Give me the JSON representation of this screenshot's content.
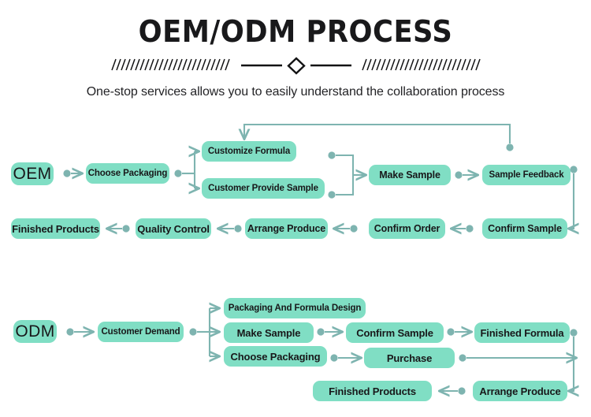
{
  "header": {
    "title": "OEM/ODM PROCESS",
    "subtitle": "One-stop services allows you to easily understand the collaboration process",
    "divider": {
      "icon": "diamond-icon",
      "hatch_left": "hatched-lines-left",
      "hatch_right": "hatched-lines-right"
    }
  },
  "theme": {
    "node_fill": "#80dec4",
    "connector": "#7eb4b0",
    "text": "#18181a",
    "title_color": "#19191b",
    "background": "#ffffff"
  },
  "oem": {
    "anchor": "OEM",
    "nodes": {
      "choose_packaging": "Choose Packaging",
      "customize_formula": "Customize Formula",
      "customer_provide_sample": "Customer Provide Sample",
      "make_sample": "Make Sample",
      "sample_feedback": "Sample Feedback",
      "confirm_sample": "Confirm Sample",
      "confirm_order": "Confirm Order",
      "arrange_produce": "Arrange Produce",
      "quality_control": "Quality Control",
      "finished_products": "Finished Products"
    }
  },
  "odm": {
    "anchor": "ODM",
    "nodes": {
      "customer_demand": "Customer Demand",
      "packaging_and_formula_design": "Packaging And Formula Design",
      "make_sample": "Make Sample",
      "choose_packaging": "Choose Packaging",
      "confirm_sample": "Confirm Sample",
      "purchase": "Purchase",
      "finished_formula": "Finished Formula",
      "arrange_produce": "Arrange Produce",
      "finished_products": "Finished Products"
    }
  },
  "chart_data": {
    "type": "diagram",
    "title": "OEM/ODM PROCESS",
    "subtitle": "One-stop services allows you to easily understand the collaboration process",
    "flows": [
      {
        "name": "OEM",
        "steps": [
          "OEM",
          "Choose Packaging",
          "Customize Formula",
          "Customer Provide Sample",
          "Make Sample",
          "Sample Feedback",
          "Confirm Sample",
          "Confirm Order",
          "Arrange Produce",
          "Quality Control",
          "Finished Products"
        ],
        "edges": [
          [
            "OEM",
            "Choose Packaging"
          ],
          [
            "Choose Packaging",
            "Customize Formula"
          ],
          [
            "Choose Packaging",
            "Customer Provide Sample"
          ],
          [
            "Customize Formula",
            "Make Sample"
          ],
          [
            "Customer Provide Sample",
            "Make Sample"
          ],
          [
            "Make Sample",
            "Sample Feedback"
          ],
          [
            "Sample Feedback",
            "Customize Formula"
          ],
          [
            "Sample Feedback",
            "Confirm Sample"
          ],
          [
            "Confirm Sample",
            "Confirm Order"
          ],
          [
            "Confirm Order",
            "Arrange Produce"
          ],
          [
            "Arrange Produce",
            "Quality Control"
          ],
          [
            "Quality Control",
            "Finished Products"
          ]
        ]
      },
      {
        "name": "ODM",
        "steps": [
          "ODM",
          "Customer Demand",
          "Packaging And Formula Design",
          "Make Sample",
          "Choose Packaging",
          "Confirm Sample",
          "Purchase",
          "Finished Formula",
          "Arrange Produce",
          "Finished Products"
        ],
        "edges": [
          [
            "ODM",
            "Customer Demand"
          ],
          [
            "Customer Demand",
            "Packaging And Formula Design"
          ],
          [
            "Customer Demand",
            "Make Sample"
          ],
          [
            "Customer Demand",
            "Choose Packaging"
          ],
          [
            "Make Sample",
            "Confirm Sample"
          ],
          [
            "Choose Packaging",
            "Purchase"
          ],
          [
            "Confirm Sample",
            "Finished Formula"
          ],
          [
            "Purchase",
            "Arrange Produce"
          ],
          [
            "Finished Formula",
            "Arrange Produce"
          ],
          [
            "Arrange Produce",
            "Finished Products"
          ]
        ]
      }
    ]
  }
}
